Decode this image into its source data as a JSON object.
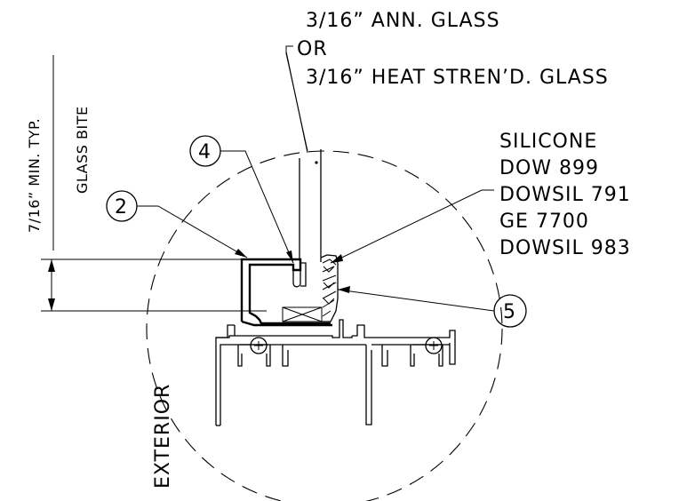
{
  "labels": {
    "glass_line1": "3/16” ANN. GLASS",
    "glass_line2": "OR",
    "glass_line3": "3/16” HEAT STREN’D. GLASS",
    "sealant_title": "SILICONE",
    "sealant_1": "DOW 899",
    "sealant_2": "DOWSIL 791",
    "sealant_3": "GE 7700",
    "sealant_4": "DOWSIL 983",
    "dimension": "7/16” MIN. TYP.",
    "dimension_desc": "GLASS BITE",
    "exterior": "EXTERIOR"
  },
  "callouts": {
    "two": "2",
    "four": "4",
    "five": "5"
  }
}
